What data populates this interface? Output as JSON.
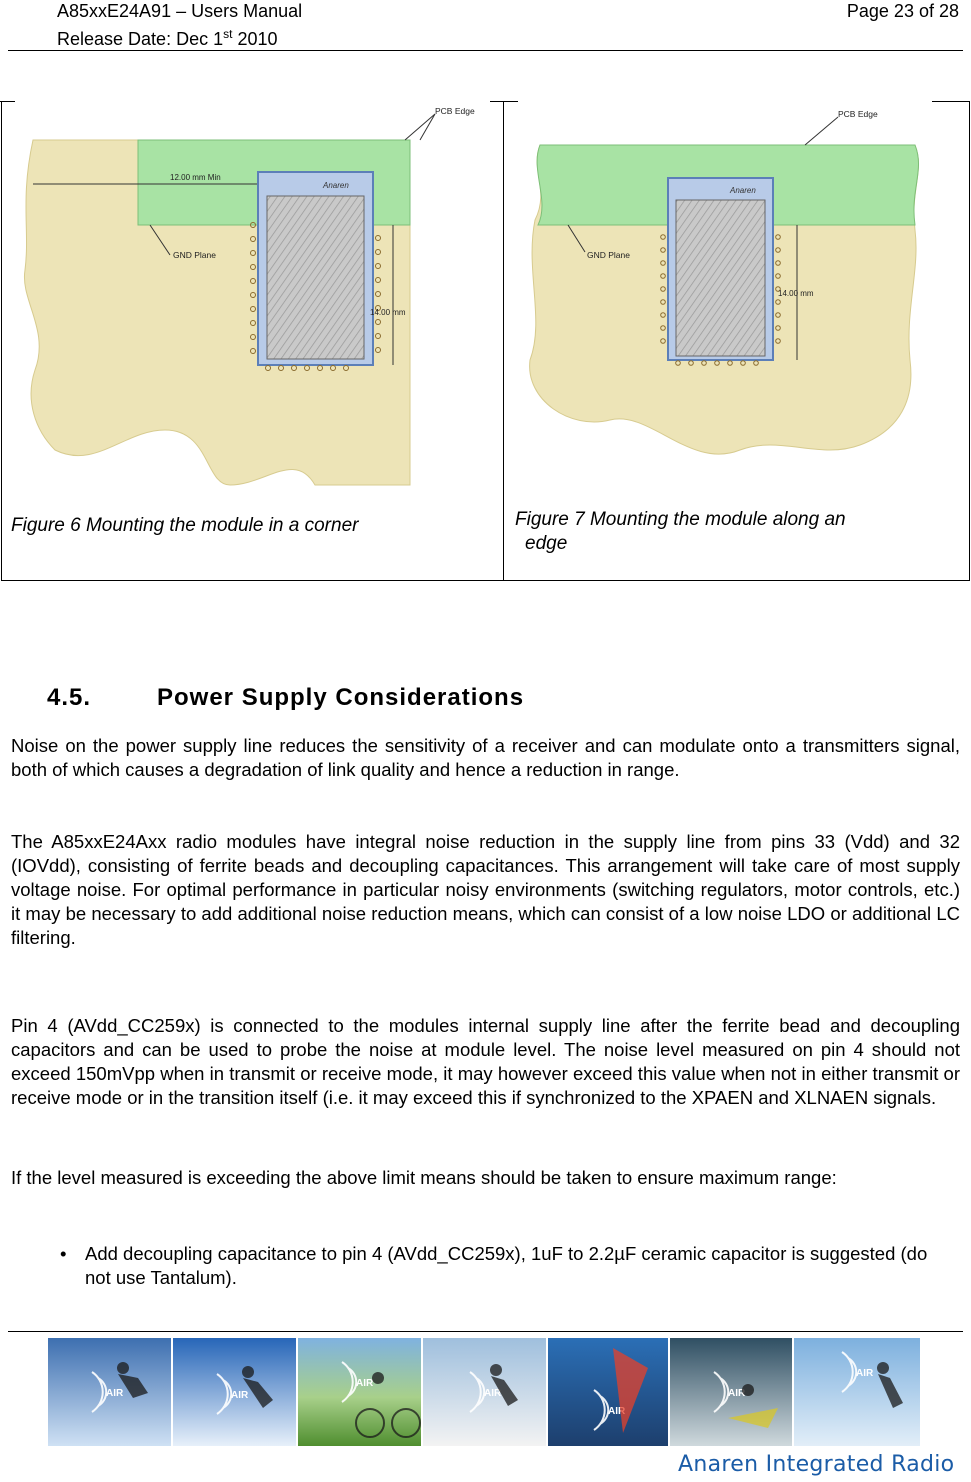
{
  "header": {
    "title": "A85xxE24A91 – Users Manual",
    "release_prefix": "Release Date: Dec 1",
    "release_sup": "st",
    "release_year": " 2010",
    "page": "Page 23 of 28"
  },
  "figures": [
    {
      "caption": "Figure 6 Mounting the module in a corner",
      "labels": {
        "pcb_edge": "PCB Edge",
        "min": "12.00 mm Min",
        "gnd": "GND Plane",
        "dim": "14.00 mm",
        "brand": "Anaren"
      }
    },
    {
      "caption_line1": "Figure 7 Mounting the module along an",
      "caption_line2": "edge",
      "labels": {
        "pcb_edge": "PCB Edge",
        "gnd": "GND Plane",
        "dim": "14.00 mm",
        "brand": "Anaren"
      }
    }
  ],
  "section": {
    "number": "4.5.",
    "title": "Power Supply Considerations"
  },
  "paragraphs": [
    "Noise on the power supply line reduces the sensitivity of a receiver and can modulate onto a transmitters signal, both of which causes a degradation of link quality and hence a reduction in range.",
    "The A85xxE24Axx radio modules have integral noise reduction in the supply line from pins 33 (Vdd) and 32 (IOVdd), consisting of ferrite beads and decoupling capacitances. This arrangement will take care of most supply voltage noise. For optimal performance in particular noisy environments (switching regulators, motor controls, etc.) it may be necessary to add additional noise reduction means, which can consist of a low noise LDO or additional LC filtering.",
    "Pin 4 (AVdd_CC259x) is connected to the modules internal supply line after the ferrite bead and decoupling capacitors and can be used to probe the noise at module level. The noise level measured on pin 4 should not exceed 150mVpp when in transmit or receive mode, it may however exceed this value when not in either transmit or receive mode or in the transition itself (i.e. it may exceed this if synchronized to the XPAEN and XLNAEN signals.",
    "If the level measured is exceeding the above limit means should be taken to ensure maximum range:"
  ],
  "bullets": [
    "Add decoupling capacitance to pin 4 (AVdd_CC259x), 1uF to 2.2µF ceramic capacitor is suggested (do not use Tantalum)."
  ],
  "footer": {
    "badge": "AIR",
    "brand": "Anaren Integrated Radio"
  }
}
